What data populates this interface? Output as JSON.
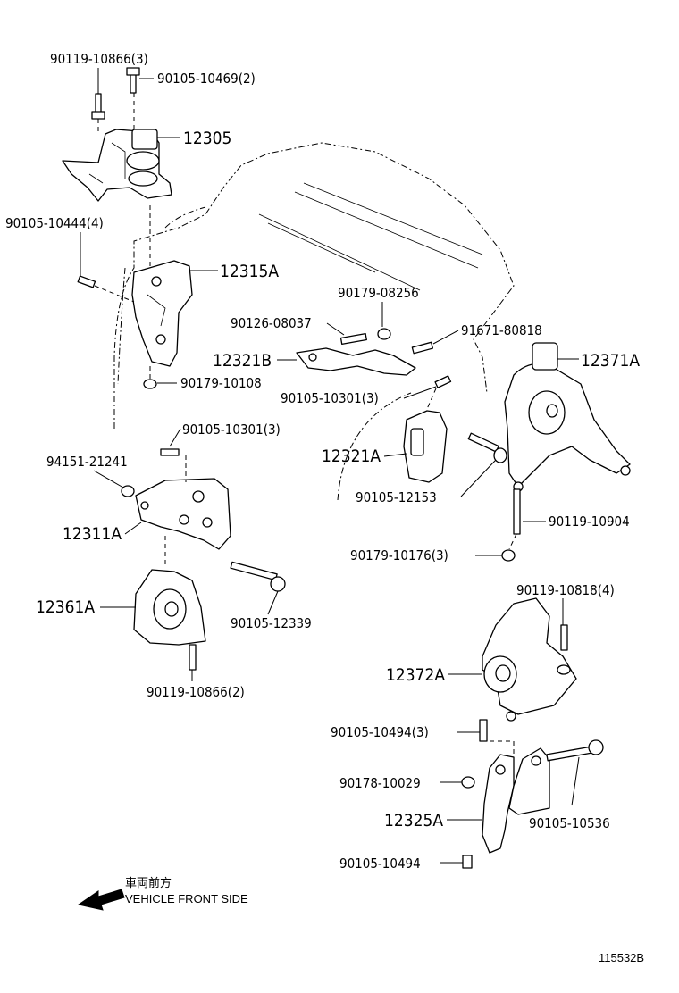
{
  "labels": {
    "p90119_10866_3": "90119-10866(3)",
    "p90105_10469_2": "90105-10469(2)",
    "p12305": "12305",
    "p90105_10444_4": "90105-10444(4)",
    "p12315A": "12315A",
    "p90179_08256": "90179-08256",
    "p90126_08037": "90126-08037",
    "p91671_80818": "91671-80818",
    "p12371A": "12371A",
    "p12321B": "12321B",
    "p90179_10108": "90179-10108",
    "p90105_10301_3a": "90105-10301(3)",
    "p90105_10301_3b": "90105-10301(3)",
    "p94151_21241": "94151-21241",
    "p12321A": "12321A",
    "p90105_12153": "90105-12153",
    "p90119_10904": "90119-10904",
    "p12311A": "12311A",
    "p90179_10176_3": "90179-10176(3)",
    "p12361A": "12361A",
    "p90105_12339": "90105-12339",
    "p90119_10818_4": "90119-10818(4)",
    "p90119_10866_2": "90119-10866(2)",
    "p12372A": "12372A",
    "p90105_10494_3": "90105-10494(3)",
    "p90178_10029": "90178-10029",
    "p12325A": "12325A",
    "p90105_10536": "90105-10536",
    "p90105_10494": "90105-10494"
  },
  "legend": {
    "japanese": "車両前方",
    "english": "VEHICLE FRONT SIDE"
  },
  "reference_code": "115532B"
}
